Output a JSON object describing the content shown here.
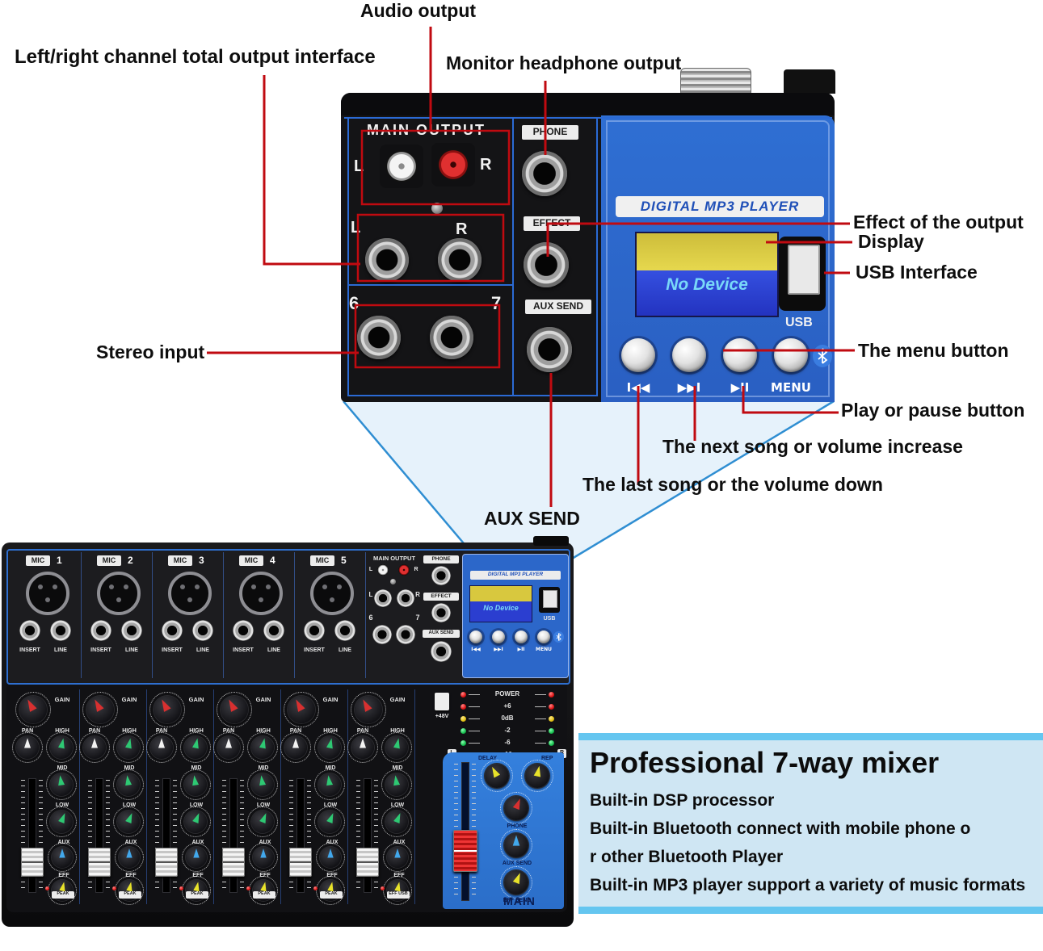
{
  "annotations": {
    "audio_output": "Audio output",
    "lr_channel": "Left/right channel total output interface",
    "monitor_headphone": "Monitor headphone output",
    "effect_output": "Effect of the output",
    "display_label": "Display",
    "usb_interface": "USB Interface",
    "menu_button": "The menu button",
    "play_pause": "Play or pause button",
    "next_song": "The next song or volume increase",
    "last_song": "The last song or the volume down",
    "aux_send": "AUX SEND",
    "stereo_input": "Stereo input"
  },
  "closeup": {
    "main_output": "MAIN OUTPUT",
    "phone": "PHONE",
    "effect": "EFFECT",
    "aux_send": "AUX SEND",
    "l1": "L",
    "r1": "R",
    "l2": "L",
    "r2": "R",
    "n6": "6",
    "n7": "7",
    "mp3_title": "DIGITAL MP3 PLAYER",
    "lcd_text": "No Device",
    "usb": "USB",
    "btn_prev": "I◀◀",
    "btn_next": "▶▶I",
    "btn_play": "▶II",
    "btn_menu": "MENU"
  },
  "mixer": {
    "mic_channels": [
      {
        "label": "MIC",
        "num": "1",
        "insert": "INSERT",
        "line": "LINE"
      },
      {
        "label": "MIC",
        "num": "2",
        "insert": "INSERT",
        "line": "LINE"
      },
      {
        "label": "MIC",
        "num": "3",
        "insert": "INSERT",
        "line": "LINE"
      },
      {
        "label": "MIC",
        "num": "4",
        "insert": "INSERT",
        "line": "LINE"
      },
      {
        "label": "MIC",
        "num": "5",
        "insert": "INSERT",
        "line": "LINE"
      }
    ],
    "rear": {
      "main_output": "MAIN OUTPUT",
      "l1": "L",
      "r1": "R",
      "l2": "L",
      "r2": "R",
      "n6": "6",
      "n7": "7",
      "phone": "PHONE",
      "effect": "EFFECT",
      "aux_send": "AUX SEND"
    },
    "mp3": {
      "title": "DIGITAL MP3 PLAYER",
      "lcd_text": "No Device",
      "usb": "USB",
      "btn_prev": "I◀◀",
      "btn_next": "▶▶I",
      "btn_play": "▶II",
      "btn_menu": "MENU"
    },
    "strips": [
      {
        "gain": "GAIN",
        "pan": "PAN",
        "high": "HIGH",
        "mid": "MID",
        "low": "LOW",
        "aux": "AUX",
        "eff": "EFF",
        "peak": "PEAK"
      },
      {
        "gain": "GAIN",
        "pan": "PAN",
        "high": "HIGH",
        "mid": "MID",
        "low": "LOW",
        "aux": "AUX",
        "eff": "EFF",
        "peak": "PEAK"
      },
      {
        "gain": "GAIN",
        "pan": "PAN",
        "high": "HIGH",
        "mid": "MID",
        "low": "LOW",
        "aux": "AUX",
        "eff": "EFF",
        "peak": "PEAK"
      },
      {
        "gain": "GAIN",
        "pan": "PAN",
        "high": "HIGH",
        "mid": "MID",
        "low": "LOW",
        "aux": "AUX",
        "eff": "EFF",
        "peak": "PEAK"
      },
      {
        "gain": "GAIN",
        "pan": "PAN",
        "high": "HIGH",
        "mid": "MID",
        "low": "LOW",
        "aux": "AUX",
        "eff": "EFF",
        "peak": "PEAK"
      },
      {
        "gain": "GAIN",
        "pan": "PAN",
        "high": "HIGH",
        "mid": "MID",
        "low": "LOW",
        "aux": "AUX",
        "eff": "EFF",
        "peak": "EFF USB"
      }
    ],
    "phantom": "+48V",
    "led_rows": [
      {
        "label": "POWER",
        "color": "red"
      },
      {
        "label": "+6",
        "color": "red"
      },
      {
        "label": "0dB",
        "color": "yellow"
      },
      {
        "label": "-2",
        "color": "green"
      },
      {
        "label": "-6",
        "color": "green"
      },
      {
        "label": "-10",
        "color": "green"
      }
    ],
    "meter_l": "L",
    "meter_r": "R",
    "main_panel": {
      "delay": "DELAY",
      "rep": "REP",
      "phone": "PHONE",
      "aux_send": "AUX SEND",
      "eff_send": "EFF SEND",
      "main": "MAIN"
    }
  },
  "info_box": {
    "title": "Professional 7-way mixer",
    "lines": [
      "Built-in DSP processor",
      "Built-in Bluetooth connect with mobile phone o",
      "r other Bluetooth Player",
      "Built-in MP3 player support a variety of music formats"
    ]
  },
  "colors": {
    "annotation_red": "#c00a10",
    "funnel_blue": "#2f8ed2",
    "funnel_fill": "#e6f2fb",
    "panel_blue": "#2c67c9",
    "lcd_yellow": "#d2c23c",
    "lcd_blue": "#2b3ed0",
    "lcd_text": "#74d7f8",
    "info_bg": "#cfe6f3",
    "info_stripe": "#65c6f0"
  }
}
